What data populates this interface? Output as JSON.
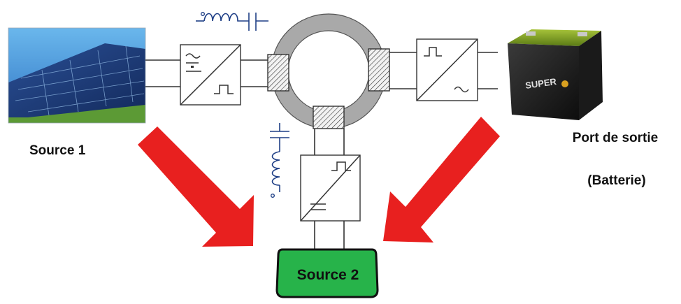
{
  "labels": {
    "source1": "Source 1",
    "output_port_line1": "Port de sortie",
    "output_port_line2": "(Batterie)",
    "source2": "Source 2",
    "battery_brand": "SUPER"
  },
  "colors": {
    "arrow": "#e8201f",
    "source2_fill": "#27b34a",
    "source2_border": "#111111",
    "transformer_core": "#a9a9a9",
    "component_blue": "#1f3f86"
  },
  "icons": {
    "solar_panel": "solar-panel-image",
    "battery": "battery-image",
    "inductor": "inductor-icon",
    "capacitor": "capacitor-icon"
  }
}
